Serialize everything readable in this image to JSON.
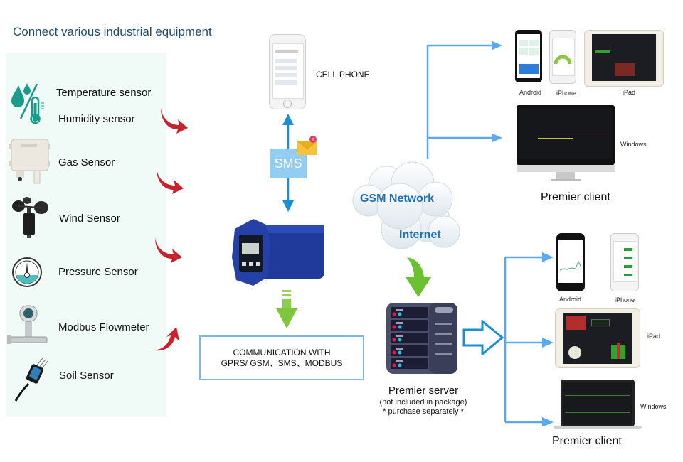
{
  "title": "Connect various industrial equipment",
  "sensors": [
    {
      "label": "Temperature sensor",
      "icon": "temperature-humidity-icon"
    },
    {
      "label": "Humidity sensor",
      "icon": "temperature-humidity-icon"
    },
    {
      "label": "Gas Sensor",
      "icon": "gas-sensor-icon"
    },
    {
      "label": "Wind Sensor",
      "icon": "anemometer-icon"
    },
    {
      "label": "Pressure Sensor",
      "icon": "pressure-gauge-icon"
    },
    {
      "label": "Modbus Flowmeter",
      "icon": "flowmeter-icon"
    },
    {
      "label": "Soil Sensor",
      "icon": "soil-probe-icon"
    }
  ],
  "cell_phone": {
    "label": "CELL PHONE"
  },
  "sms": {
    "label": "SMS",
    "badge_count": "1"
  },
  "communication": {
    "line1": "COMMUNICATION WITH",
    "line2": "GPRS/ GSM、SMS、MODBUS"
  },
  "cloud": {
    "gsm": "GSM Network",
    "internet": "Internet"
  },
  "server": {
    "title": "Premier server",
    "note1": "(not included in package)",
    "note2": "* purchase separately *"
  },
  "client_top": {
    "devices": [
      "Android",
      "iPhone",
      "iPad",
      "Windows"
    ],
    "title": "Premier client"
  },
  "client_bottom": {
    "devices": [
      "Android",
      "iPhone",
      "iPad",
      "Windows"
    ],
    "title": "Premier client"
  },
  "colors": {
    "title": "#1f4e6e",
    "panel_bg": "#f0fbf7",
    "arrow_blue": "#5aa9f0",
    "arrow_red": "#c8222c",
    "arrow_green": "#6cc133",
    "sms_box": "#93cdf2",
    "cloud_text": "#1f6fb5",
    "device_blue": "#1f3a9a"
  }
}
